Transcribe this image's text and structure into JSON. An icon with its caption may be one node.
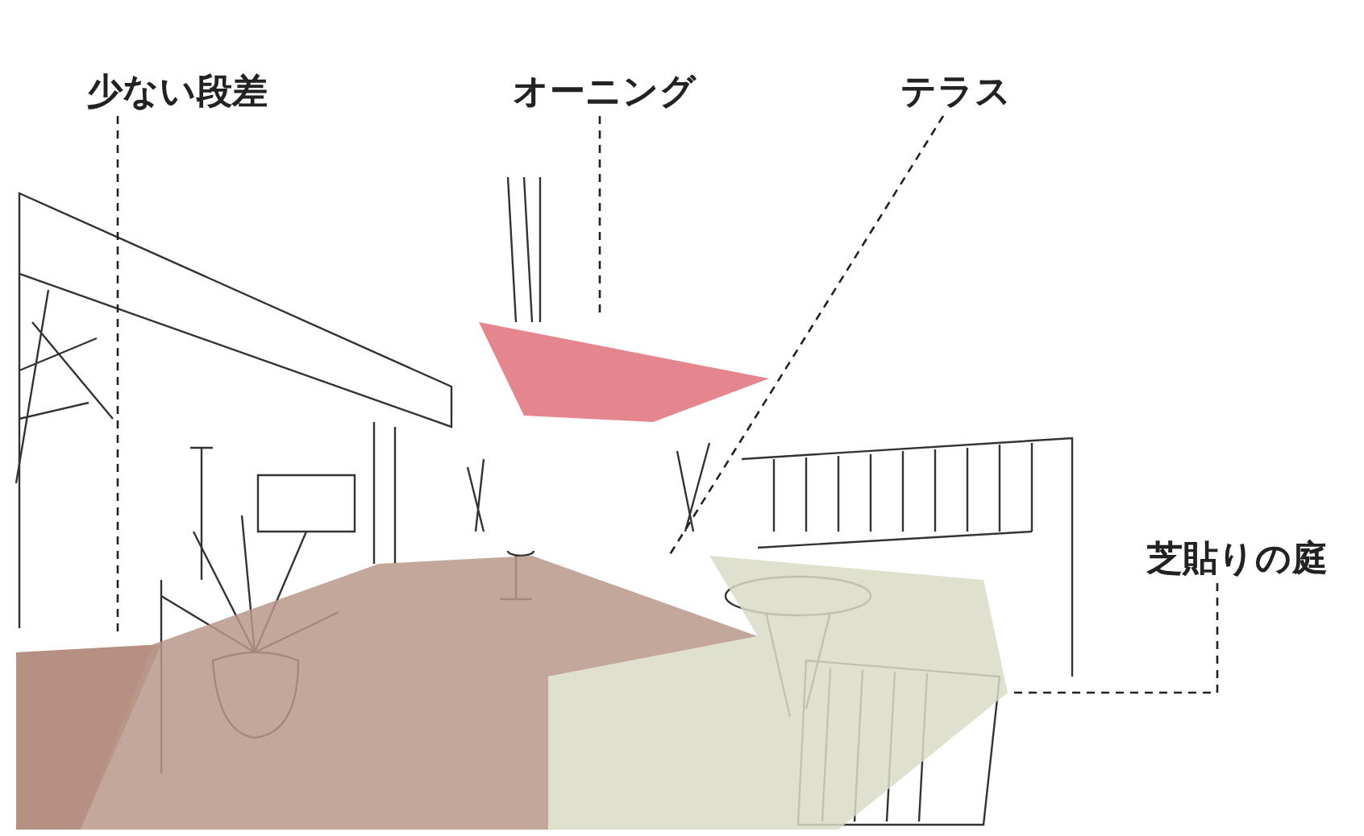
{
  "diagram": {
    "nodes": [
      {
        "text": [
          "少ない段差"
        ]
      },
      {
        "text": [
          "オーニング"
        ]
      },
      {
        "text": [
          "テラス"
        ]
      },
      {
        "text": [
          "芝貼りの庭"
        ]
      },
      {
        "text": [],
        "shape": "picture"
      },
      {
        "text": [],
        "shape": "picture"
      },
      {
        "text": [],
        "shape": "picture"
      },
      {
        "text": [],
        "shape": "picture"
      }
    ],
    "edges": [
      {
        "from": 0,
        "to": 4,
        "arrow": "none",
        "style": "dashed"
      },
      {
        "from": 1,
        "to": 5,
        "arrow": "none",
        "style": "dashed"
      },
      {
        "from": 2,
        "to": 6,
        "arrow": "none",
        "style": "dashed"
      },
      {
        "from": 3,
        "to": 7,
        "arrow": "none",
        "style": "dashed"
      }
    ]
  }
}
